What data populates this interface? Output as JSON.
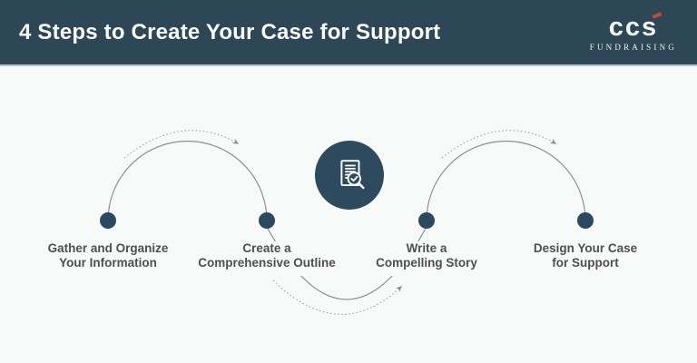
{
  "header": {
    "title": "4 Steps to Create Your Case for Support",
    "logo": {
      "brand": "ccs",
      "subtext": "FUNDRAISING"
    }
  },
  "steps": [
    {
      "line1": "Gather and Organize",
      "line2": "Your Information"
    },
    {
      "line1": "Create a",
      "line2": "Comprehensive Outline"
    },
    {
      "line1": "Write a",
      "line2": "Compelling Story"
    },
    {
      "line1": "Design Your Case",
      "line2": "for Support"
    }
  ],
  "icons": {
    "center": "document-review-icon"
  },
  "colors": {
    "header_bg": "#2e4757",
    "page_bg": "#f8f9f9",
    "node": "#2b4a60",
    "badge": "#2d4a5e",
    "line": "#8d9094",
    "dotted": "#9a9a9a",
    "label_text": "#4f4f4f",
    "accent_red": "#c64a33",
    "title_text": "#fafbfb"
  }
}
